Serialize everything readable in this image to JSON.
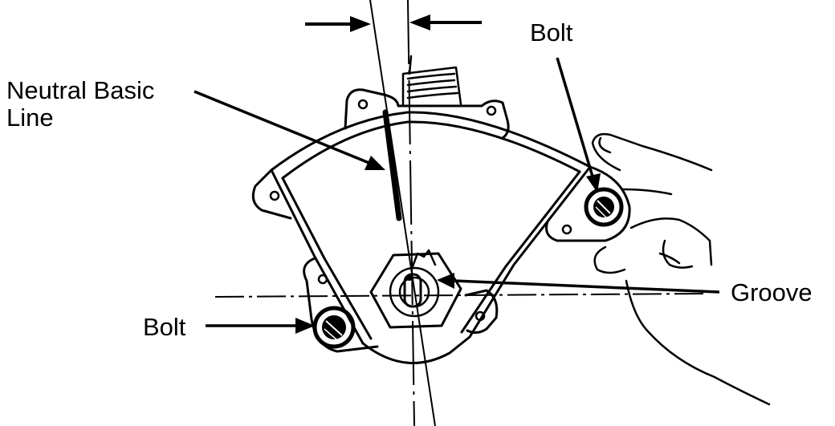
{
  "labels": {
    "neutral_basic_line_1": "Neutral Basic",
    "neutral_basic_line_2": "Line",
    "bolt_top": "Bolt",
    "groove": "Groove",
    "bolt_left": "Bolt"
  },
  "colors": {
    "ink": "#000000",
    "background": "#ffffff"
  }
}
